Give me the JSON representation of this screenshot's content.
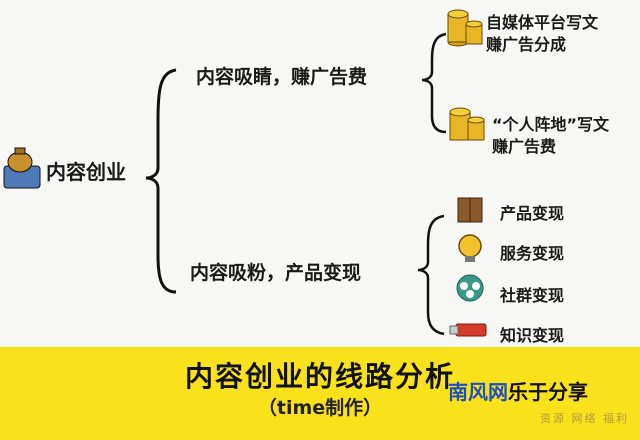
{
  "root": {
    "label": "内容创业"
  },
  "branches": [
    {
      "label": "内容吸睛，赚广告费",
      "leaves": [
        [
          "自媒体平台写文",
          "赚广告分成"
        ],
        [
          "“个人阵地”写文",
          "赚广告费"
        ]
      ]
    },
    {
      "label": "内容吸粉，产品变现",
      "leaves": [
        "产品变现",
        "服务变现",
        "社群变现",
        "知识变现"
      ]
    }
  ],
  "banner": {
    "title": "内容创业的线路分析",
    "subtitle": "（time制作）"
  },
  "watermark": {
    "part1": "南风网",
    "part2": "乐于分享",
    "tagline": "资源 网络 福利"
  },
  "colors": {
    "banner": "#f9e21b",
    "gold": "#d4a017",
    "watermark_blue": "#1d4fc4"
  }
}
